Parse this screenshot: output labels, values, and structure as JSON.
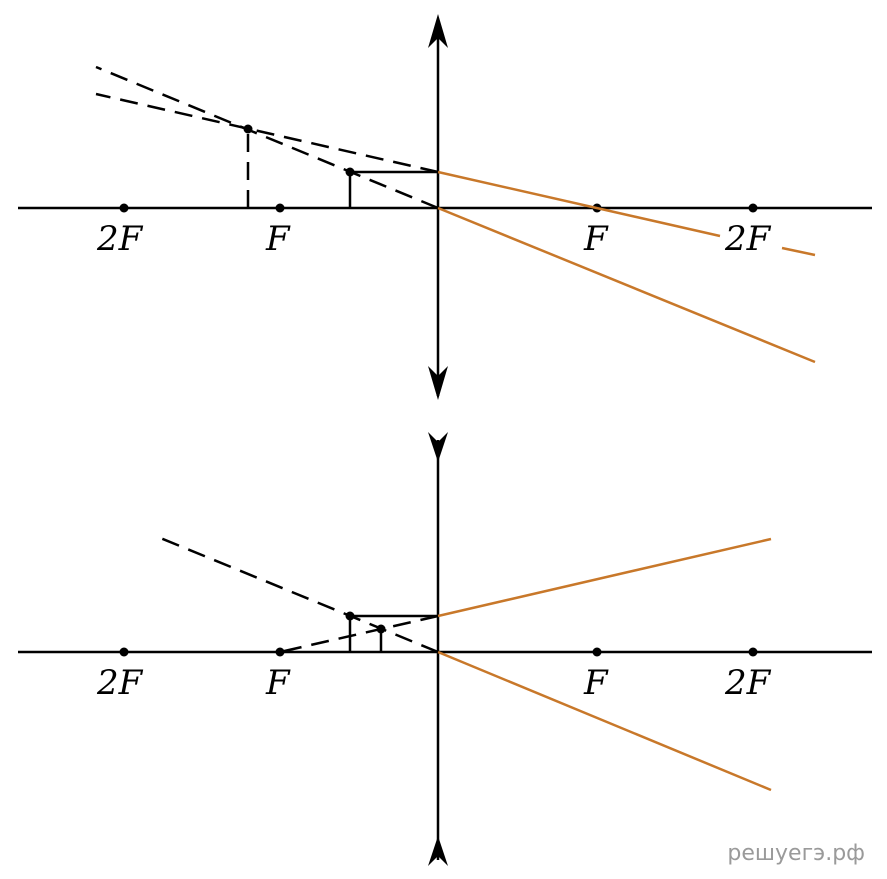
{
  "diagram_top": {
    "label_2F_left": "2F",
    "label_F_left": "F",
    "label_F_right": "F",
    "label_2F_right": "2F"
  },
  "diagram_bottom": {
    "label_2F_left": "2F",
    "label_F_left": "F",
    "label_F_right": "F",
    "label_2F_right": "2F"
  },
  "watermark": "решуегэ.рф",
  "colors": {
    "ray": "#c8782a",
    "line": "#000000",
    "watermark": "#9a9a9a"
  }
}
